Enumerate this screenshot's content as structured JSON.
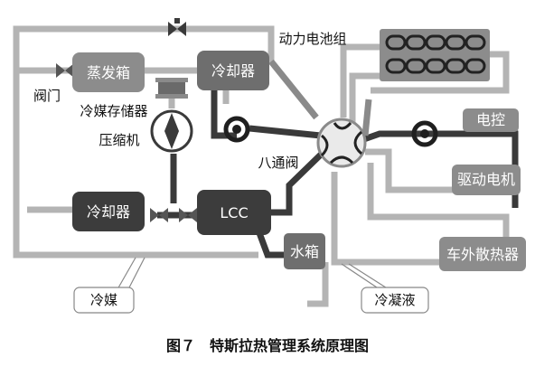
{
  "labels": {
    "evaporator": "蒸发箱",
    "valve": "阀门",
    "refrigerant_storage": "冷媒存储器",
    "compressor": "压缩机",
    "cooler_top": "冷却器",
    "battery_pack": "动力电池组",
    "eight_way_valve": "八通阀",
    "electronic_control": "电控",
    "drive_motor": "驱动电机",
    "cooler_left": "冷却器",
    "lcc": "LCC",
    "water_tank": "水箱",
    "external_radiator": "车外散热器",
    "refrigerant": "冷媒",
    "coolant": "冷凝液"
  },
  "caption": "图７　特斯拉热管理系统原理图",
  "colors": {
    "dark_box": "#3c3c3c",
    "light_box": "#8c8c8c",
    "pipe_light": "#b4b4b4",
    "pipe_mid": "#8a8a8a",
    "pipe_dark": "#3a3a3a"
  }
}
